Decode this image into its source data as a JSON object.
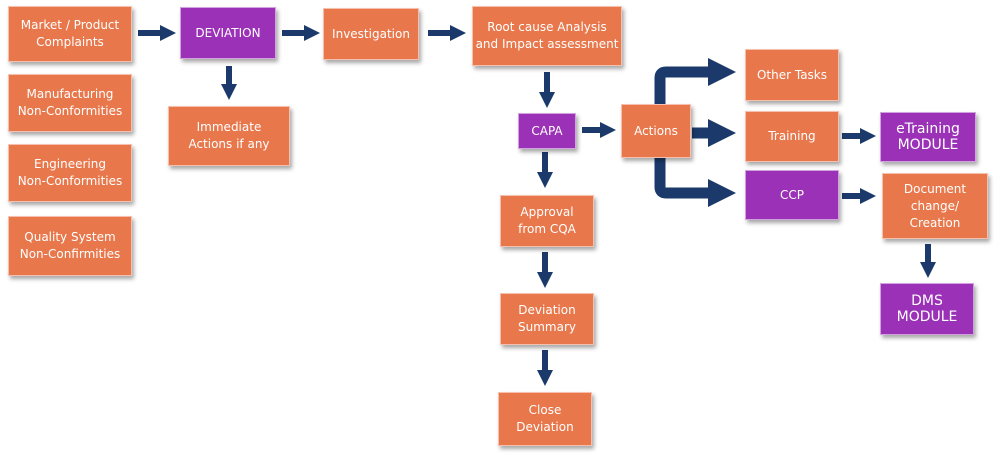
{
  "nodes": {
    "market_complaints": "Market / Product\nComplaints",
    "manufacturing_nc": "Manufacturing\nNon-Conformities",
    "engineering_nc": "Engineering\nNon-Conformities",
    "quality_system_nc": "Quality System\nNon-Confirmities",
    "deviation": "DEVIATION",
    "immediate_actions": "Immediate\nActions if any",
    "investigation": "Investigation",
    "root_cause": "Root cause Analysis\nand Impact assessment",
    "capa": "CAPA",
    "approval": "Approval\nfrom CQA",
    "deviation_summary": "Deviation\nSummary",
    "close_deviation": "Close\nDeviation",
    "actions": "Actions",
    "other_tasks": "Other Tasks",
    "training": "Training",
    "ccp": "CCP",
    "etraining_module": "eTraining\nMODULE",
    "document_change": "Document\nchange/\nCreation",
    "dms_module": "DMS\nMODULE"
  },
  "colors": {
    "process_box": "#e8774b",
    "module_box": "#9b31b7",
    "arrow": "#1b3a6b"
  }
}
